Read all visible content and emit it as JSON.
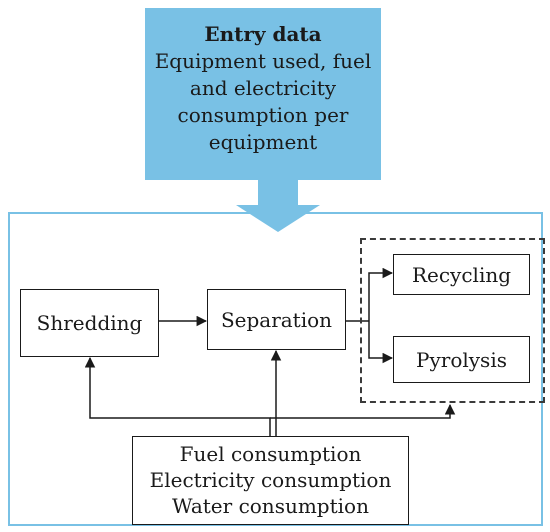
{
  "entry": {
    "title": "Entry data",
    "lines": [
      "Equipment used, fuel",
      "and electricity",
      "consumption per",
      "equipment"
    ]
  },
  "nodes": {
    "shredding": "Shredding",
    "separation": "Separation",
    "recycling": "Recycling",
    "pyrolysis": "Pyrolysis"
  },
  "consumption": [
    "Fuel consumption",
    "Electricity consumption",
    "Water consumption"
  ],
  "colors": {
    "accent": "#79c1e5",
    "line": "#1a1a1a"
  }
}
